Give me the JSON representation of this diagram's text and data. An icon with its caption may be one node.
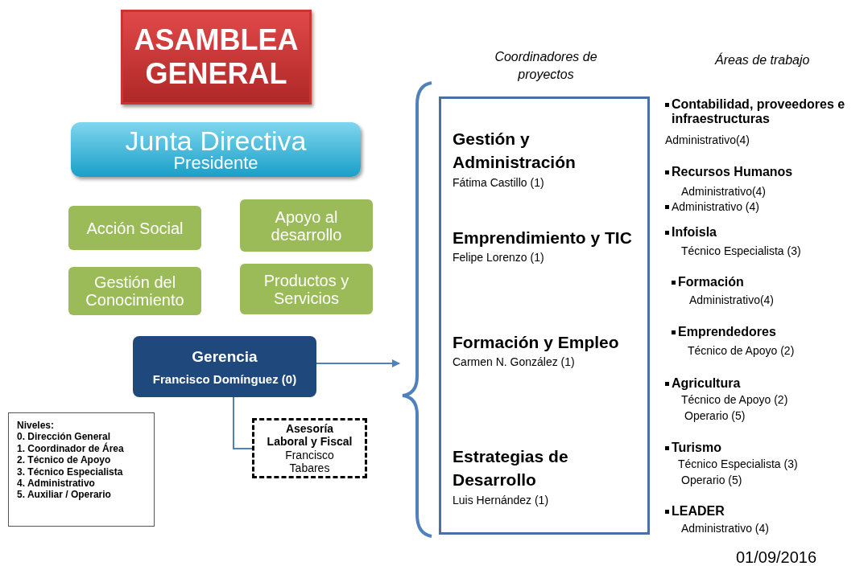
{
  "diagram": {
    "nodes": [
      {
        "text": [
          "ASAMBLEA GENERAL"
        ]
      },
      {
        "text": [
          "Junta Directiva",
          "Presidente"
        ]
      },
      {
        "text": [
          "Acción Social"
        ]
      },
      {
        "text": [
          "Apoyo al desarrollo"
        ]
      },
      {
        "text": [
          "Gestión del Conocimiento"
        ]
      },
      {
        "text": [
          "Productos y Servicios"
        ]
      },
      {
        "text": [
          "Gerencia",
          "Francisco Domínguez (0)"
        ]
      },
      {
        "text": [
          "Asesoría Laboral y Fiscal",
          "Francisco Tabares"
        ]
      },
      {
        "text": [
          "Coordinadores de proyectos",
          "Gestión y Administración",
          "Fátima Castillo (1)",
          "Emprendimiento y TIC",
          "Felipe Lorenzo (1)",
          "Formación y Empleo",
          "Carmen N. González (1)",
          "Estrategias de Desarrollo",
          "Luis Hernández (1)"
        ]
      },
      {
        "text": [
          "Niveles:",
          "0. Dirección General",
          "1. Coordinador de Área",
          "2. Técnico de Apoyo",
          "3. Técnico Especialista",
          "4. Administrativo",
          "5. Auxiliar / Operario"
        ]
      }
    ],
    "edges": [
      {
        "from": 6,
        "to": 8,
        "arrow": "to"
      },
      {
        "from": 6,
        "to": 7,
        "arrow": "none"
      }
    ],
    "labels": [
      "Áreas de trabajo",
      "Contabilidad, proveedores e infraestructuras",
      "Administrativo(4)",
      "Recursos Humanos",
      "Administrativo(4)",
      "Administrativo (4)",
      "Infoisla",
      "Técnico Especialista (3)",
      "Formación",
      "Administrativo(4)",
      "Emprendedores",
      "Técnico de Apoyo (2)",
      "Agricultura",
      "Técnico de Apoyo (2)",
      "Operario (5)",
      "Turismo",
      "Técnico Especialista (3)",
      "Operario (5)",
      "LEADER",
      "Administrativo (4)",
      "01/09/2016"
    ]
  }
}
